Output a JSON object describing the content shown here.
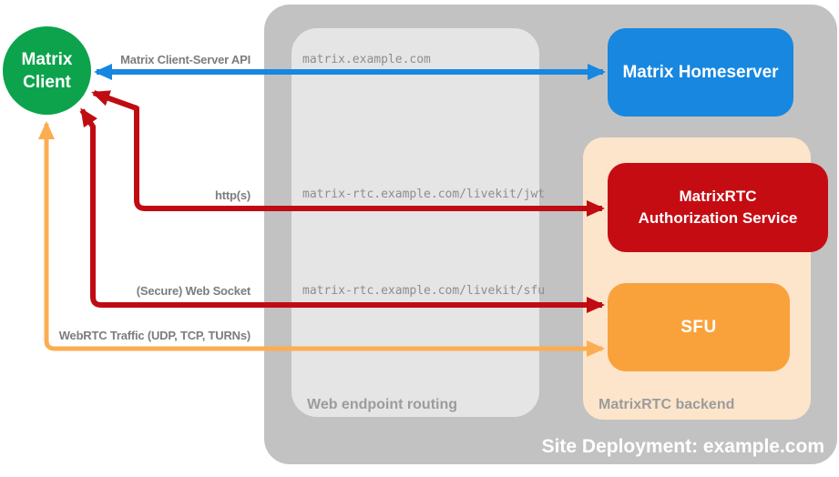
{
  "client": {
    "label": "Matrix Client"
  },
  "homeserver": {
    "label": "Matrix Homeserver"
  },
  "auth_service": {
    "label": "MatrixRTC Authorization Service"
  },
  "sfu": {
    "label": "SFU"
  },
  "routing": {
    "caption": "Web endpoint routing",
    "endpoints": {
      "homeserver": "matrix.example.com",
      "jwt": "matrix-rtc.example.com/livekit/jwt",
      "sfu": "matrix-rtc.example.com/livekit/sfu"
    }
  },
  "backend": {
    "caption": "MatrixRTC backend"
  },
  "site": {
    "caption": "Site Deployment: example.com"
  },
  "connections": {
    "client_server_api": {
      "label": "Matrix Client-Server API",
      "color": "#1787e0"
    },
    "https": {
      "label": "http(s)",
      "color": "#c00b12"
    },
    "websocket": {
      "label": "(Secure) Web Socket",
      "color": "#c00b12"
    },
    "webrtc": {
      "label": "WebRTC Traffic (UDP, TCP, TURNs)",
      "color": "#fbad52"
    }
  },
  "colors": {
    "client_green": "#0ca34c",
    "homeserver_blue": "#1787e0",
    "auth_red": "#c60c13",
    "sfu_orange": "#f9a23c",
    "backend_peach": "#fce5cb",
    "site_gray": "#c2c2c2",
    "routing_gray": "#e5e5e5"
  }
}
